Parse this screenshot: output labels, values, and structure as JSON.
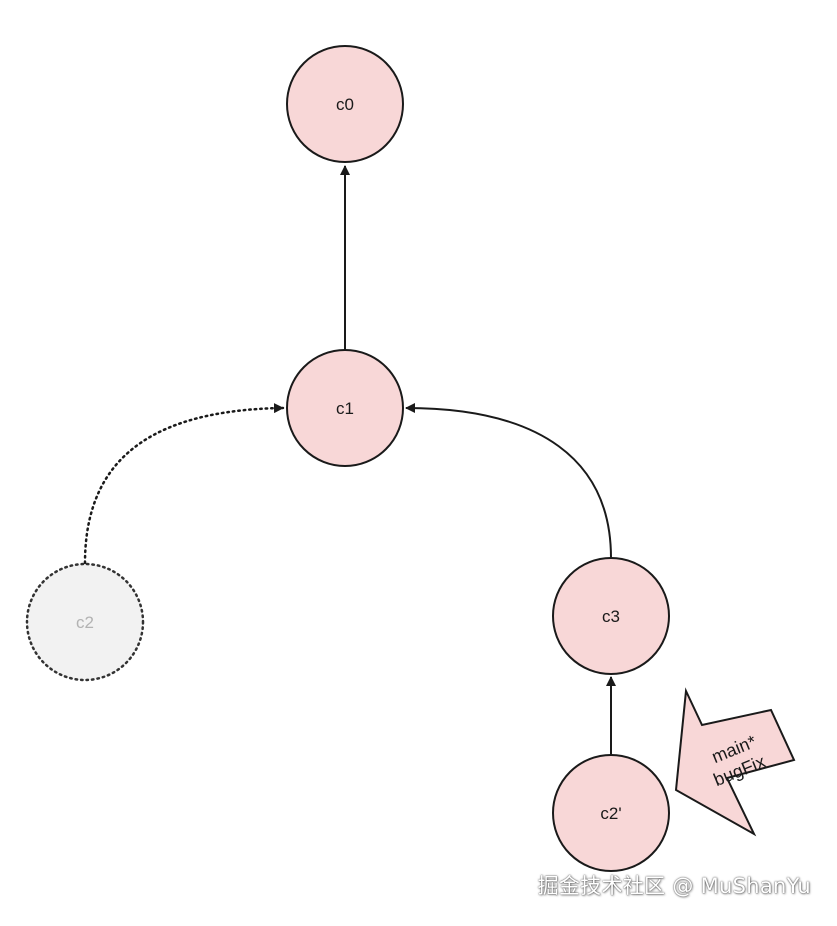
{
  "nodes": {
    "c0": {
      "label": "c0",
      "fill": "#f8d7d7",
      "stroke": "#1a1a1a"
    },
    "c1": {
      "label": "c1",
      "fill": "#f8d7d7",
      "stroke": "#1a1a1a"
    },
    "c2": {
      "label": "c2",
      "fill": "#f2f2f2",
      "stroke": "#333333",
      "style": "dotted-ghost"
    },
    "c3": {
      "label": "c3",
      "fill": "#f8d7d7",
      "stroke": "#1a1a1a"
    },
    "c2_prime": {
      "label": "c2'",
      "fill": "#f8d7d7",
      "stroke": "#1a1a1a"
    }
  },
  "edges": [
    {
      "from": "c1",
      "to": "c0",
      "style": "solid"
    },
    {
      "from": "c2",
      "to": "c1",
      "style": "dotted"
    },
    {
      "from": "c3",
      "to": "c1",
      "style": "solid"
    },
    {
      "from": "c2_prime",
      "to": "c3",
      "style": "solid"
    }
  ],
  "branch_tag": {
    "line1": "main*",
    "line2": "bugFix",
    "points_to": "c2_prime",
    "fill": "#f8d7d7"
  },
  "watermark": {
    "text": "掘金技术社区 @ MuShanYu"
  }
}
